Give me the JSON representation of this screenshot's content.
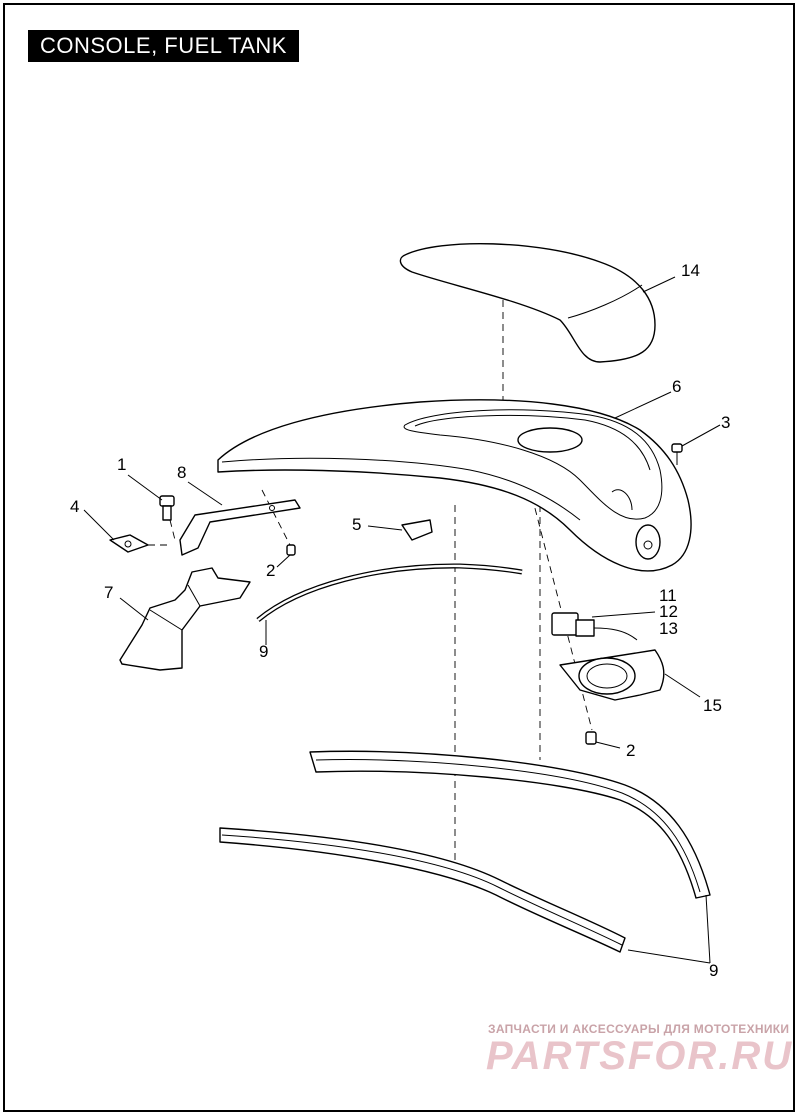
{
  "title": "CONSOLE, FUEL TANK",
  "callouts": {
    "c1": "1",
    "c2a": "2",
    "c2b": "2",
    "c3": "3",
    "c4": "4",
    "c5": "5",
    "c6": "6",
    "c7": "7",
    "c8": "8",
    "c9a": "9",
    "c9b": "9",
    "c11": "11",
    "c12": "12",
    "c13": "13",
    "c14": "14",
    "c15": "15"
  },
  "watermark": {
    "line1": "ЗАПЧАСТИ И АКСЕССУАРЫ ДЛЯ МОТОТЕХНИКИ",
    "line2": "PARTSFOR.RU"
  }
}
